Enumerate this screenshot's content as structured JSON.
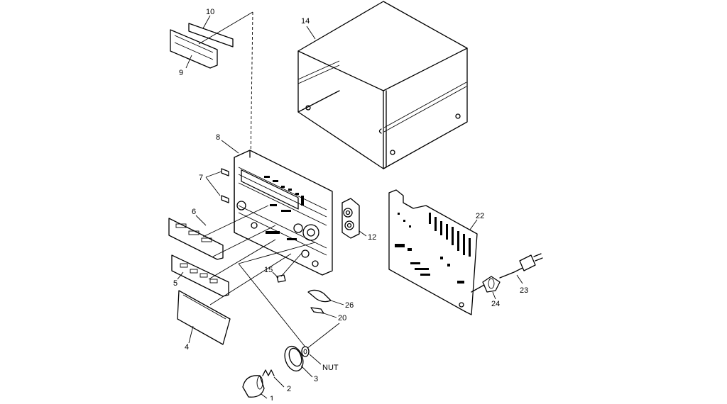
{
  "diagram": {
    "callouts": [
      {
        "id": "c10",
        "text": "10"
      },
      {
        "id": "c9",
        "text": "9"
      },
      {
        "id": "c14",
        "text": "14"
      },
      {
        "id": "c8",
        "text": "8"
      },
      {
        "id": "c7",
        "text": "7"
      },
      {
        "id": "c6",
        "text": "6"
      },
      {
        "id": "c5",
        "text": "5"
      },
      {
        "id": "c4",
        "text": "4"
      },
      {
        "id": "c12",
        "text": "12"
      },
      {
        "id": "c15",
        "text": "15"
      },
      {
        "id": "c26",
        "text": "26"
      },
      {
        "id": "c20",
        "text": "20"
      },
      {
        "id": "c22",
        "text": "22"
      },
      {
        "id": "c23",
        "text": "23"
      },
      {
        "id": "c24",
        "text": "24"
      },
      {
        "id": "cnut",
        "text": "NUT"
      },
      {
        "id": "c3",
        "text": "3"
      },
      {
        "id": "c2",
        "text": "2"
      },
      {
        "id": "c1",
        "text": "1"
      }
    ]
  }
}
